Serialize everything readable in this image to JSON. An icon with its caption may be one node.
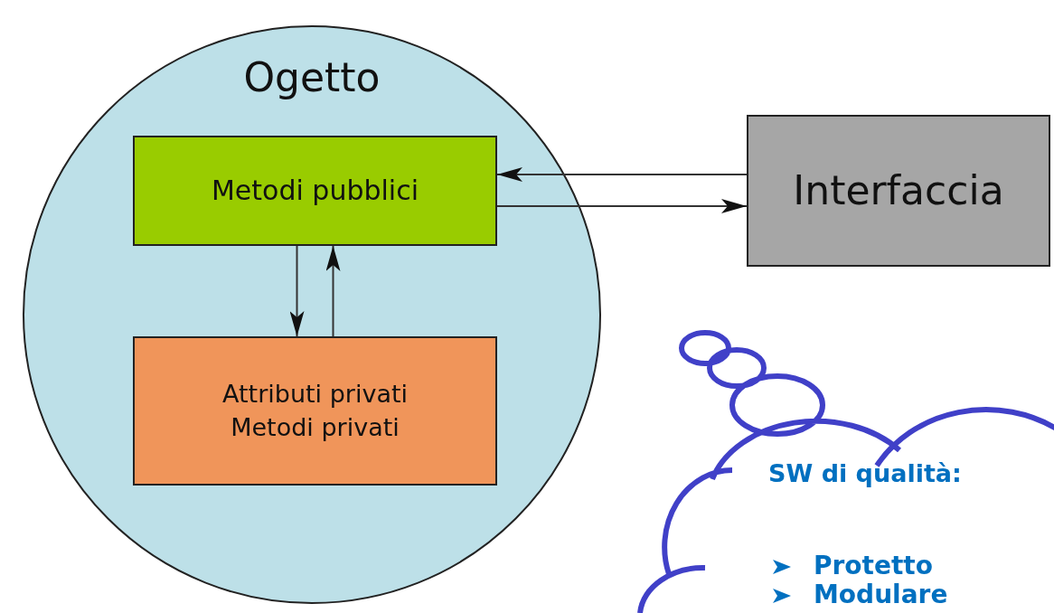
{
  "diagram": {
    "nodes": [
      {
        "text": [
          "Ogetto"
        ]
      },
      {
        "text": [
          "Metodi pubblici"
        ],
        "in": 0
      },
      {
        "text": [
          "Attributi privati",
          "Metodi privati"
        ],
        "in": 0
      },
      {
        "text": [
          "Interfaccia"
        ]
      },
      {
        "text": [
          "SW di qualità:",
          "Protetto",
          "Modulare"
        ]
      }
    ],
    "edges": [
      {
        "from": 3,
        "to": 1,
        "arrow": "to"
      },
      {
        "from": 1,
        "to": 3,
        "arrow": "to"
      },
      {
        "from": 1,
        "to": 2,
        "arrow": "to"
      },
      {
        "from": 2,
        "to": 1,
        "arrow": "to"
      }
    ]
  }
}
